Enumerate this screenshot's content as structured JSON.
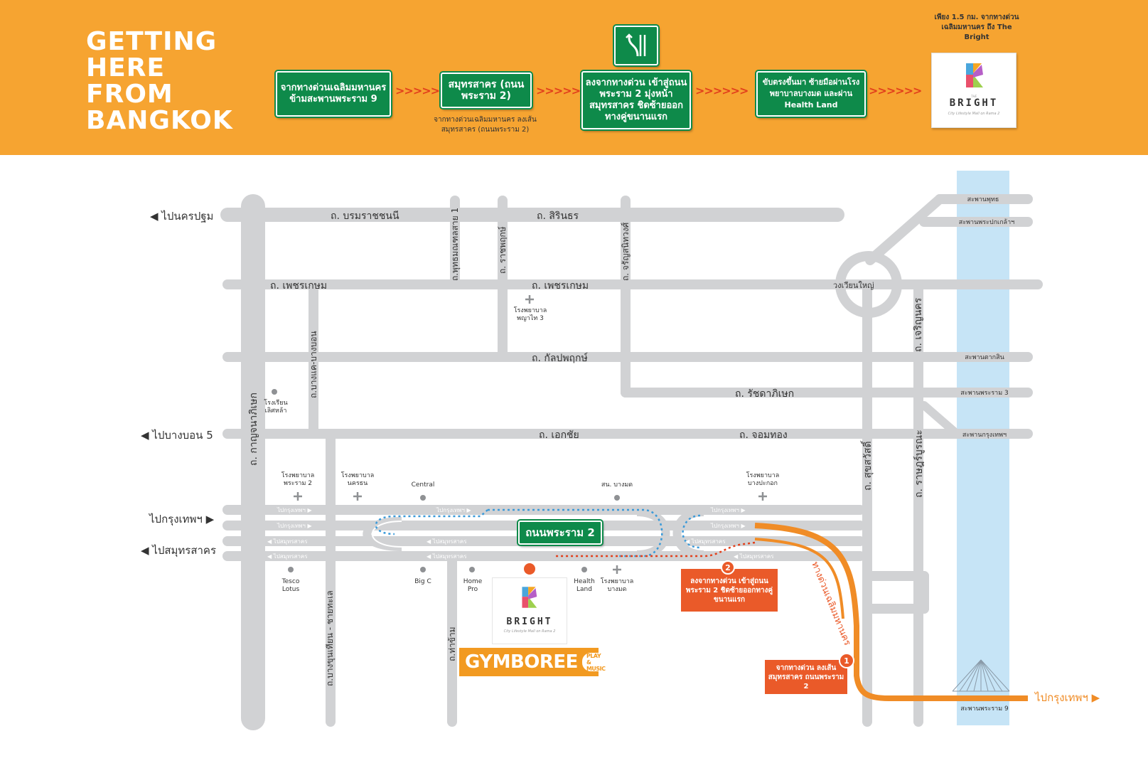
{
  "header": {
    "title_lines": [
      "GETTING",
      "HERE",
      "FROM",
      "BANGKOK"
    ],
    "steps": [
      {
        "text": "จากทางด่วนเฉลิมมหานคร ข้ามสะพานพระราม 9"
      },
      {
        "text": "สมุทรสาคร (ถนนพระราม 2)"
      },
      {
        "text": "ลงจากทางด่วน เข้าสู่ถนนพระราม 2 มุ่งหน้าสมุทรสาคร ชิดซ้ายออกทางคู่ขนานแรก"
      },
      {
        "text": "ขับตรงขึ้นมา ซ้ายมือผ่านโรงพยาบาลบางมด และผ่าน Health Land"
      }
    ],
    "step2_note": "จากทางด่วนเฉลิมมหานคร ลงเส้นสมุทรสาคร (ถนนพระราม 2)",
    "dest_note": "เพียง 1.5 กม. จากทางด่วนเฉลิมมหานคร ถึง The Bright",
    "arrow_glyph": ">>>>>>",
    "exit_icon": "expressway-exit-icon"
  },
  "logo": {
    "word": "BRIGHT",
    "sub": "City Lifestyle Mall on Rama 2",
    "the": "THE"
  },
  "roads": {
    "borommaratchachonnani": "ถ. บรมราชชนนี",
    "sirindhorn": "ถ. สิรินธร",
    "phetkasem_w": "ถ. เพชรเกษม",
    "phetkasem_e": "ถ. เพชรเกษม",
    "kanlapaphruek": "ถ. กัลปพฤกษ์",
    "ratchadaphisek": "ถ. รัชดาภิเษก",
    "ekachai": "ถ. เอกชัย",
    "chomthong": "ถ. จอมทอง",
    "kanchanaphisek": "ถ. กาญจนาภิเษก",
    "bangkhae": "ถ.บางแค-บางบอน",
    "phutthamonthon": "ถ.พุทธมณฑลสาย 1",
    "ratchaphruek": "ถ. ราชพฤกษ์",
    "charansanitwong": "ถ. จรัญสนิทวงศ์",
    "charoennakhon": "ถ. เจริญนคร",
    "suksawat": "ถ. สุขสวัสดิ์",
    "ratburana": "ถ. ราษฎร์บูรณะ",
    "bangkhunthian": "ถ.บางขุนเทียน - ชายทะเล",
    "thakham": "ถ.ท่าข้าม",
    "rama2": "ถนนพระราม 2",
    "expressway": "ทางด่วนเฉลิมมหานคร",
    "circle": "วงเวียนใหญ่"
  },
  "bridges": [
    "สะพานพุทธ",
    "สะพานพระปกเกล้าฯ",
    "สะพานตากสิน",
    "สะพานพระราม 3",
    "สะพานกรุงเทพฯ",
    "สะพานพระราม 9"
  ],
  "directions": {
    "nakhon_pathom": "◀ ไปนครปฐม",
    "bangbon5": "◀ ไปบางบอน 5",
    "to_bangkok_left": "ไปกรุงเทพฯ ▶",
    "to_samut_sakhon": "◀ ไปสมุทรสาคร",
    "to_bangkok_right": "ไปกรุงเทพฯ ▶"
  },
  "lane_labels": {
    "to_bkk": "ไปกรุงเทพฯ ▶",
    "to_ssk": "◀ ไปสมุทรสาคร"
  },
  "places": {
    "phyathai3": "โรงพยาบาล พญาไท 3",
    "lertlah": "โรงเรียน เลิศหล้า",
    "rama2_hosp": "โรงพยาบาล พระราม 2",
    "nakhonthon": "โรงพยาบาล นครธน",
    "central": "Central",
    "bangmod_uni": "สน. บางมด",
    "bangpakok": "โรงพยาบาล บางปะกอก",
    "tesco": "Tesco Lotus",
    "bigc": "Big C",
    "homepro": "Home Pro",
    "healthland": "Health Land",
    "bangmod_hosp": "โรงพยาบาล บางมด"
  },
  "markers": {
    "step1_num": "1",
    "step1_text": "จากทางด่วน ลงเส้นสมุทรสาคร ถนนพระราม 2",
    "step2_num": "2",
    "step2_text": "ลงจากทางด่วน เข้าสู่ถนนพระราม 2 ชิดซ้ายออกทางคู่ขนานแรก"
  },
  "gymboree": {
    "word": "GYMBOREE",
    "badge": "PLAY & MUSIC"
  },
  "colors": {
    "banner": "#f6a431",
    "sign_green": "#0e8a4a",
    "road": "#d1d2d4",
    "river": "#c6e4f6",
    "route_orange": "#f08c26",
    "marker_red": "#ea5a29",
    "dots_blue": "#3a9ad9"
  }
}
